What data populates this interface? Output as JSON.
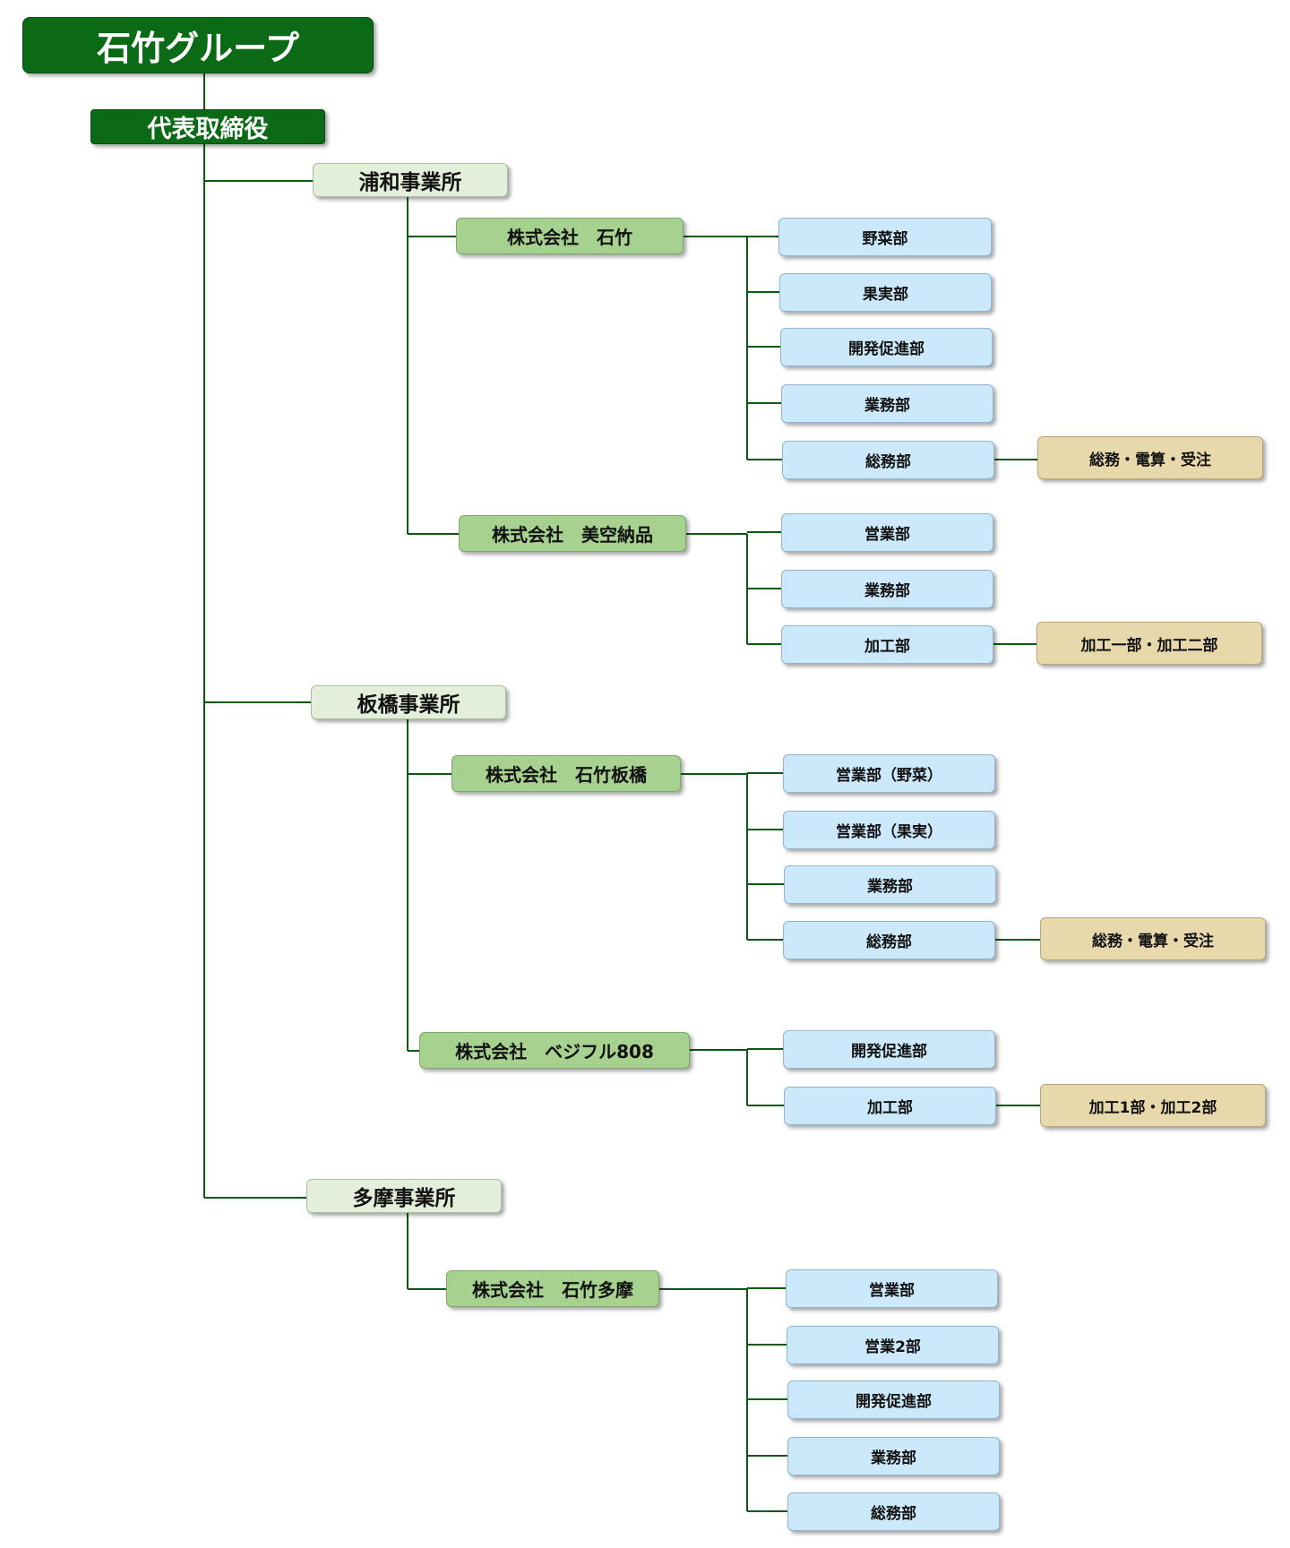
{
  "colors": {
    "line": "#0a5a10",
    "group_bg": "#0a6a16",
    "office_bg": "#e4efdb",
    "company_bg": "#a7d18f",
    "dept_bg": "#cce9fb",
    "sub_bg": "#e8d9ad"
  },
  "org": {
    "group": "石竹グループ",
    "ceo": "代表取締役",
    "offices": [
      {
        "name": "浦和事業所",
        "companies": [
          {
            "name": "株式会社　石竹",
            "departments": [
              "野菜部",
              "果実部",
              "開発促進部",
              "業務部",
              "総務部"
            ],
            "subs": [
              "総務・電算・受注"
            ]
          },
          {
            "name": "株式会社　美空納品",
            "departments": [
              "営業部",
              "業務部",
              "加工部"
            ],
            "subs": [
              "加工一部・加工二部"
            ]
          }
        ]
      },
      {
        "name": "板橋事業所",
        "companies": [
          {
            "name": "株式会社　石竹板橋",
            "departments": [
              "営業部（野菜）",
              "営業部（果実）",
              "業務部",
              "総務部"
            ],
            "subs": [
              "総務・電算・受注"
            ]
          },
          {
            "name": "株式会社　ベジフル808",
            "departments": [
              "開発促進部",
              "加工部"
            ],
            "subs": [
              "加工1部・加工2部"
            ]
          }
        ]
      },
      {
        "name": "多摩事業所",
        "companies": [
          {
            "name": "株式会社　石竹多摩",
            "departments": [
              "営業部",
              "営業2部",
              "開発促進部",
              "業務部",
              "総務部"
            ],
            "subs": []
          }
        ]
      }
    ]
  }
}
